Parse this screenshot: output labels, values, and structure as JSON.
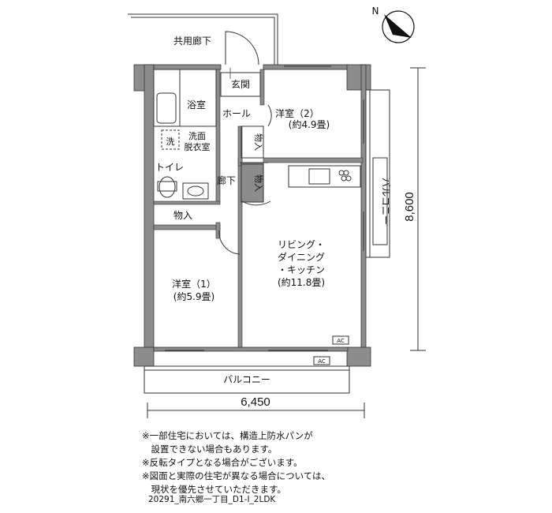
{
  "rooms": {
    "corridor_shared": "共用廊下",
    "entrance": "玄関",
    "hall": "ホール",
    "bathroom": "浴室",
    "washing_machine": "洗",
    "washroom_line1": "洗面",
    "washroom_line2": "脱衣室",
    "toilet": "トイレ",
    "closet_bottom": "物入",
    "closet_upper": "物入",
    "closet_lower": "物入",
    "hallway": "廊下",
    "western_room_2": "洋室（2）",
    "western_room_2_size": "(約4.9畳)",
    "western_room_1": "洋室（1）",
    "western_room_1_size": "(約5.9畳)",
    "ldk_line1": "リビング・",
    "ldk_line2": "ダイニング",
    "ldk_line3": "・キッチン",
    "ldk_size": "(約11.8畳)",
    "balcony_side": "バルコニー",
    "balcony_bottom": "バルコニー",
    "ac_inner": "AC",
    "ac_balcony": "AC"
  },
  "dimensions": {
    "width": "6,450",
    "height": "8,600"
  },
  "compass": {
    "label": "N"
  },
  "notes": [
    "※一部住宅においては、構造上防水パンが",
    "　設置できない場合もあります。",
    "※反転タイプとなる場合がございます。",
    "※図面と実際の住宅が異なる場合については、",
    "　現状を優先させていただきます。"
  ],
  "plan_code": "20291_南六郷一丁目_D1-Ⅰ_2LDK"
}
